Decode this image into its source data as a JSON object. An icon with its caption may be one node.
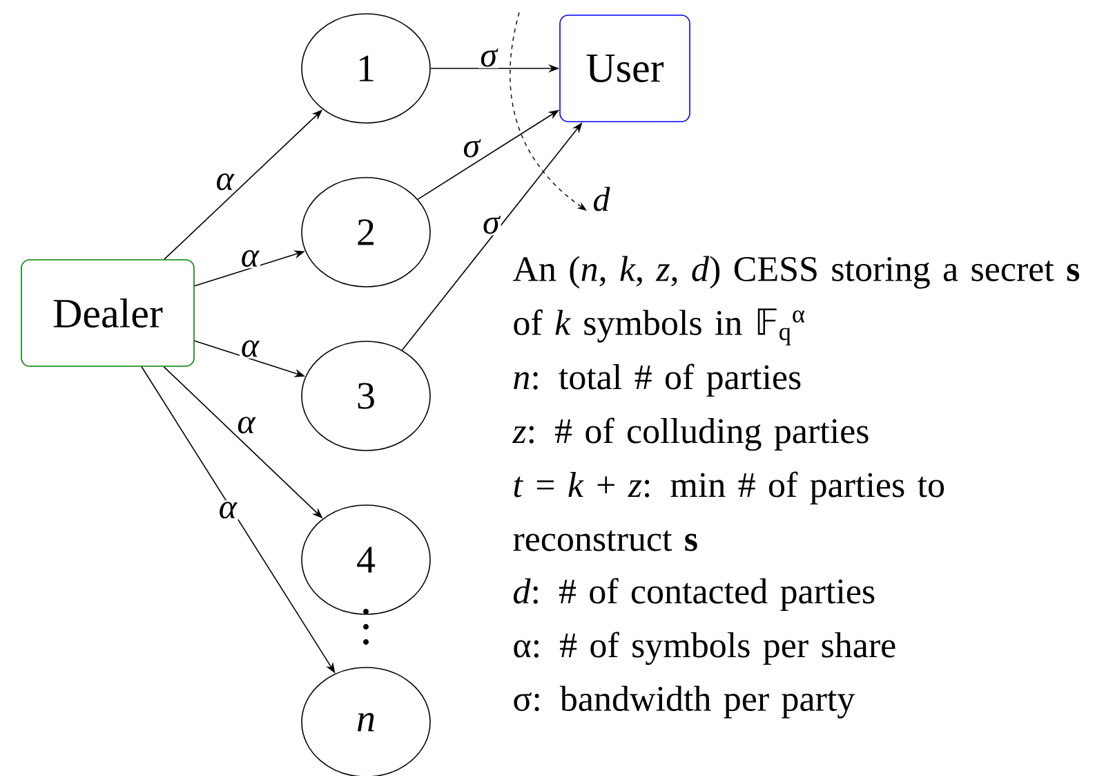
{
  "diagram": {
    "nodes": [
      {
        "text": [
          "Dealer"
        ]
      },
      {
        "text": [
          "1"
        ]
      },
      {
        "text": [
          "2"
        ]
      },
      {
        "text": [
          "3"
        ]
      },
      {
        "text": [
          "4"
        ]
      },
      {
        "text": [
          "n"
        ]
      },
      {
        "text": [
          "User"
        ]
      }
    ],
    "edges": [
      {
        "from": 0,
        "to": 1,
        "arrow": "to",
        "label": "α"
      },
      {
        "from": 0,
        "to": 2,
        "arrow": "to",
        "label": "α"
      },
      {
        "from": 0,
        "to": 3,
        "arrow": "to",
        "label": "α"
      },
      {
        "from": 0,
        "to": 4,
        "arrow": "to",
        "label": "α"
      },
      {
        "from": 0,
        "to": 5,
        "arrow": "to",
        "label": "α"
      },
      {
        "from": 1,
        "to": 6,
        "arrow": "to",
        "label": "σ"
      },
      {
        "from": 2,
        "to": 6,
        "arrow": "to",
        "label": "σ"
      },
      {
        "from": 3,
        "to": 6,
        "arrow": "to",
        "label": "σ"
      }
    ],
    "labels": [
      "*d*",
      "An (*n*, *k*, *z*, *d*) CESS storing a secret **s** of *k* symbols in 𝔽$_{q}$$^{α}$",
      "*n*: total # of parties",
      "*z*: # of colluding parties",
      "*t* = *k* + *z*: min # of parties to reconstruct **s**",
      "*d*: # of contacted parties",
      "α: # of symbols per share",
      "σ: bandwidth per party"
    ]
  }
}
